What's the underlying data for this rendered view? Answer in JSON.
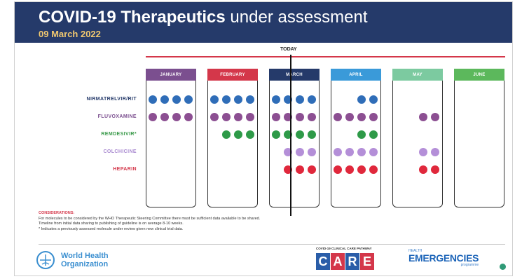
{
  "header": {
    "title_bold": "COVID-19 Therapeutics",
    "title_light": "under assessment",
    "date": "09 March 2022"
  },
  "timeline": {
    "today_label": "TODAY"
  },
  "months": [
    {
      "label": "JANUARY",
      "color": "#7b4f8f"
    },
    {
      "label": "FEBRUARY",
      "color": "#d4374a"
    },
    {
      "label": "MARCH",
      "color": "#253a6a"
    },
    {
      "label": "APRIL",
      "color": "#3a9ad9"
    },
    {
      "label": "MAY",
      "color": "#7ccaa0"
    },
    {
      "label": "JUNE",
      "color": "#5cb85c"
    }
  ],
  "therapeutics": [
    {
      "label": "NIRMATRELVIR/RIT",
      "label_color": "#253a6a",
      "dot_color": "#2f6db8",
      "dots_per_month": [
        4,
        4,
        4,
        2,
        0,
        0
      ]
    },
    {
      "label": "FLUVOXAMINE",
      "label_color": "#7b4f8f",
      "dot_color": "#8c4f92",
      "dots_per_month": [
        4,
        4,
        4,
        4,
        2,
        0
      ]
    },
    {
      "label": "REMDESIVIR*",
      "label_color": "#3a9a4a",
      "dot_color": "#2e9a48",
      "dots_per_month": [
        0,
        3,
        4,
        2,
        0,
        0
      ]
    },
    {
      "label": "COLCHICINE",
      "label_color": "#a98ad0",
      "dot_color": "#b48fd8",
      "dots_per_month": [
        0,
        0,
        3,
        4,
        2,
        0
      ]
    },
    {
      "label": "HEPARIN",
      "label_color": "#d4374a",
      "dot_color": "#e0283c",
      "dots_per_month": [
        0,
        0,
        3,
        4,
        2,
        0
      ]
    }
  ],
  "considerations": {
    "title": "CONSIDERATIONS:",
    "lines": [
      "For molecules to be considered by the WHO Therapeutic Steering Committee there must be sufficient data available to be shared.",
      "Timeline from initial data sharing to publishing of guideline is  on average 8-10 weeks.",
      "* Indicates a previously assessed molecule under review given new clinical trial data."
    ]
  },
  "footer": {
    "who_line1": "World Health",
    "who_line2": "Organization",
    "care_caption": "COVID-19 CLINICAL CARE PATHWAY",
    "care_letters": [
      "C",
      "A",
      "R",
      "E"
    ],
    "care_colors": [
      "#2a5da8",
      "#d4374a",
      "#2a5da8",
      "#d4374a"
    ],
    "he_small": "HEALTH",
    "he_big": "EMERGENCIES",
    "he_prog": "programme"
  }
}
